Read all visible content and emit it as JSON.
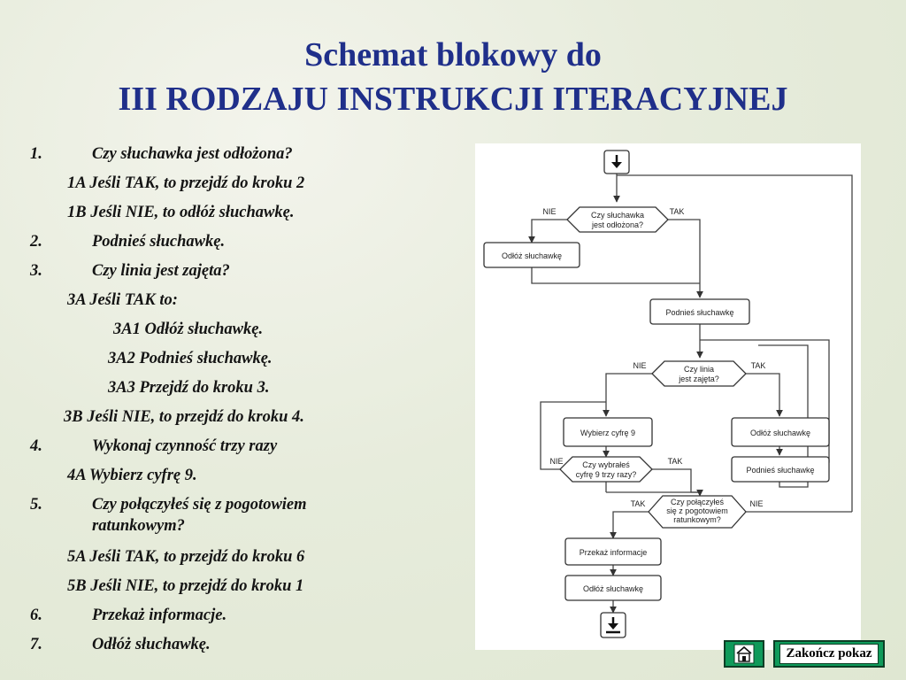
{
  "title": {
    "line1": "Schemat blokowy do",
    "line2": "III RODZAJU INSTRUKCJI ITERACYJNEJ"
  },
  "steps": [
    {
      "num": "1.",
      "text": "Czy słuchawka jest odłożona?"
    },
    {
      "num": "",
      "text": "1A   Jeśli TAK, to przejdź do kroku 2"
    },
    {
      "num": "",
      "text": "1B   Jeśli NIE, to odłóż słuchawkę."
    },
    {
      "num": "2.",
      "text": "Podnieś słuchawkę."
    },
    {
      "num": "3.",
      "text": "Czy linia jest zajęta?"
    },
    {
      "num": "",
      "text": "3A    Jeśli TAK to:"
    },
    {
      "num": "",
      "text": "3A1     Odłóż słuchawkę."
    },
    {
      "num": "",
      "text": "3A2     Podnieś słuchawkę."
    },
    {
      "num": "",
      "text": "3A3     Przejdź do kroku 3."
    },
    {
      "num": "",
      "text": "3B     Jeśli NIE, to przejdź do kroku 4."
    },
    {
      "num": "4.",
      "text": "Wykonaj czynność trzy razy"
    },
    {
      "num": "",
      "text": "4A   Wybierz cyfrę 9."
    },
    {
      "num": "5.",
      "text": "Czy połączyłeś się z pogotowiem"
    },
    {
      "num": "",
      "text": "ratunkowym?"
    },
    {
      "num": "",
      "text": "5A Jeśli TAK, to przejdź do kroku 6"
    },
    {
      "num": "",
      "text": "5B Jeśli NIE, to przejdź do kroku 1"
    },
    {
      "num": "6.",
      "text": "Przekaż informacje."
    },
    {
      "num": "7.",
      "text": "Odłóż słuchawkę."
    }
  ],
  "flowchart": {
    "d1_line1": "Czy słuchawka",
    "d1_line2": "jest odłożona?",
    "d1_no": "NIE",
    "d1_yes": "TAK",
    "p_odloz1": "Odłóż słuchawkę",
    "p_podnies1": "Podnieś słuchawkę",
    "d2_line1": "Czy linia",
    "d2_line2": "jest zajęta?",
    "d2_no": "NIE",
    "d2_yes": "TAK",
    "p_wybierz": "Wybierz cyfrę 9",
    "p_odloz2": "Odłóż słuchawkę",
    "p_podnies2": "Podnieś słuchawkę",
    "d3_line1": "Czy wybrałeś",
    "d3_line2": "cyfrę 9 trzy razy?",
    "d3_no": "NIE",
    "d3_yes": "TAK",
    "d4_line1": "Czy połączyłeś",
    "d4_line2": "się z pogotowiem",
    "d4_line3": "ratunkowym?",
    "d4_yes": "TAK",
    "d4_no": "NIE",
    "p_przekaz": "Przekaż informacje",
    "p_odloz3": "Odłóż słuchawkę"
  },
  "nav": {
    "end_label": "Zakończ pokaz",
    "home_icon": "home-icon"
  }
}
